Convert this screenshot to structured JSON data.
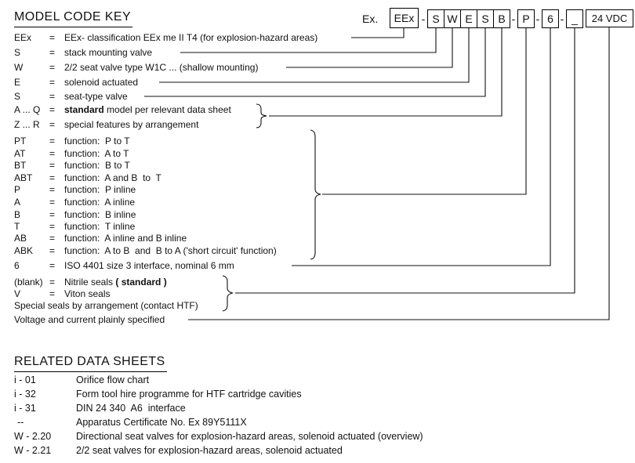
{
  "key": {
    "title": "MODEL CODE KEY",
    "rows": [
      {
        "code": "EEx",
        "eq": "=",
        "desc": "EEx- classification EEx me II T4 (for explosion-hazard areas)"
      },
      {
        "code": "S",
        "eq": "=",
        "desc": "stack mounting valve"
      },
      {
        "code": "W",
        "eq": "=",
        "desc": "2/2 seat valve type W1C ... (shallow mounting)"
      },
      {
        "code": "E",
        "eq": "=",
        "desc": "solenoid actuated"
      },
      {
        "code": "S",
        "eq": "=",
        "desc": "seat-type valve"
      },
      {
        "code": "A ... Q",
        "eq": "=",
        "bold": "standard",
        "rest": " model per relevant data sheet"
      },
      {
        "code": "Z ... R",
        "eq": "=",
        "desc": "special features by arrangement"
      },
      {
        "code": "PT",
        "eq": "=",
        "desc": "function:  P to T"
      },
      {
        "code": "AT",
        "eq": "=",
        "desc": "function:  A to T"
      },
      {
        "code": "BT",
        "eq": "=",
        "desc": "function:  B to T"
      },
      {
        "code": "ABT",
        "eq": "=",
        "desc": "function:  A and B  to  T"
      },
      {
        "code": "P",
        "eq": "=",
        "desc": "function:  P inline"
      },
      {
        "code": "A",
        "eq": "=",
        "desc": "function:  A inline"
      },
      {
        "code": "B",
        "eq": "=",
        "desc": "function:  B inline"
      },
      {
        "code": "T",
        "eq": "=",
        "desc": "function:  T inline"
      },
      {
        "code": "AB",
        "eq": "=",
        "desc": "function:  A inline and B inline"
      },
      {
        "code": "ABK",
        "eq": "=",
        "desc": "function:  A to B  and  B to A ('short circuit' function)"
      },
      {
        "code": "6",
        "eq": "=",
        "desc": "ISO 4401 size 3 interface, nominal 6 mm"
      },
      {
        "code": "(blank)",
        "eq": "=",
        "pre": "Nitrile seals ",
        "bold": "( standard )"
      },
      {
        "code": "V",
        "eq": "=",
        "desc": "Viton seals"
      },
      {
        "text": "Special seals by arrangement (contact HTF)"
      },
      {
        "text": "Voltage and current plainly specified"
      }
    ]
  },
  "model_code": {
    "example_label": "Ex.",
    "sep": "-",
    "boxes": {
      "eex": "EEx",
      "s1": "S",
      "w": "W",
      "e": "E",
      "s2": "S",
      "b": "B",
      "p": "P",
      "six": "6",
      "blank": "_",
      "voltage": "24 VDC"
    }
  },
  "data_sheets": {
    "title": "RELATED DATA SHEETS",
    "rows": [
      {
        "code": "i - 01",
        "desc": "Orifice flow chart"
      },
      {
        "code": "i - 32",
        "desc": "Form tool hire programme for HTF cartridge cavities"
      },
      {
        "code": "i - 31",
        "desc": "DIN 24 340  A6  interface"
      },
      {
        "code": "--",
        "desc": "Apparatus Certificate No. Ex 89Y5111X"
      },
      {
        "code": "W - 2.20",
        "desc": "Directional seat valves for explosion-hazard areas, solenoid actuated (overview)"
      },
      {
        "code": "W - 2.21",
        "desc": "2/2 seat valves for explosion-hazard areas, solenoid actuated"
      }
    ]
  },
  "colors": {
    "ink": "#111111",
    "background": "#ffffff"
  }
}
